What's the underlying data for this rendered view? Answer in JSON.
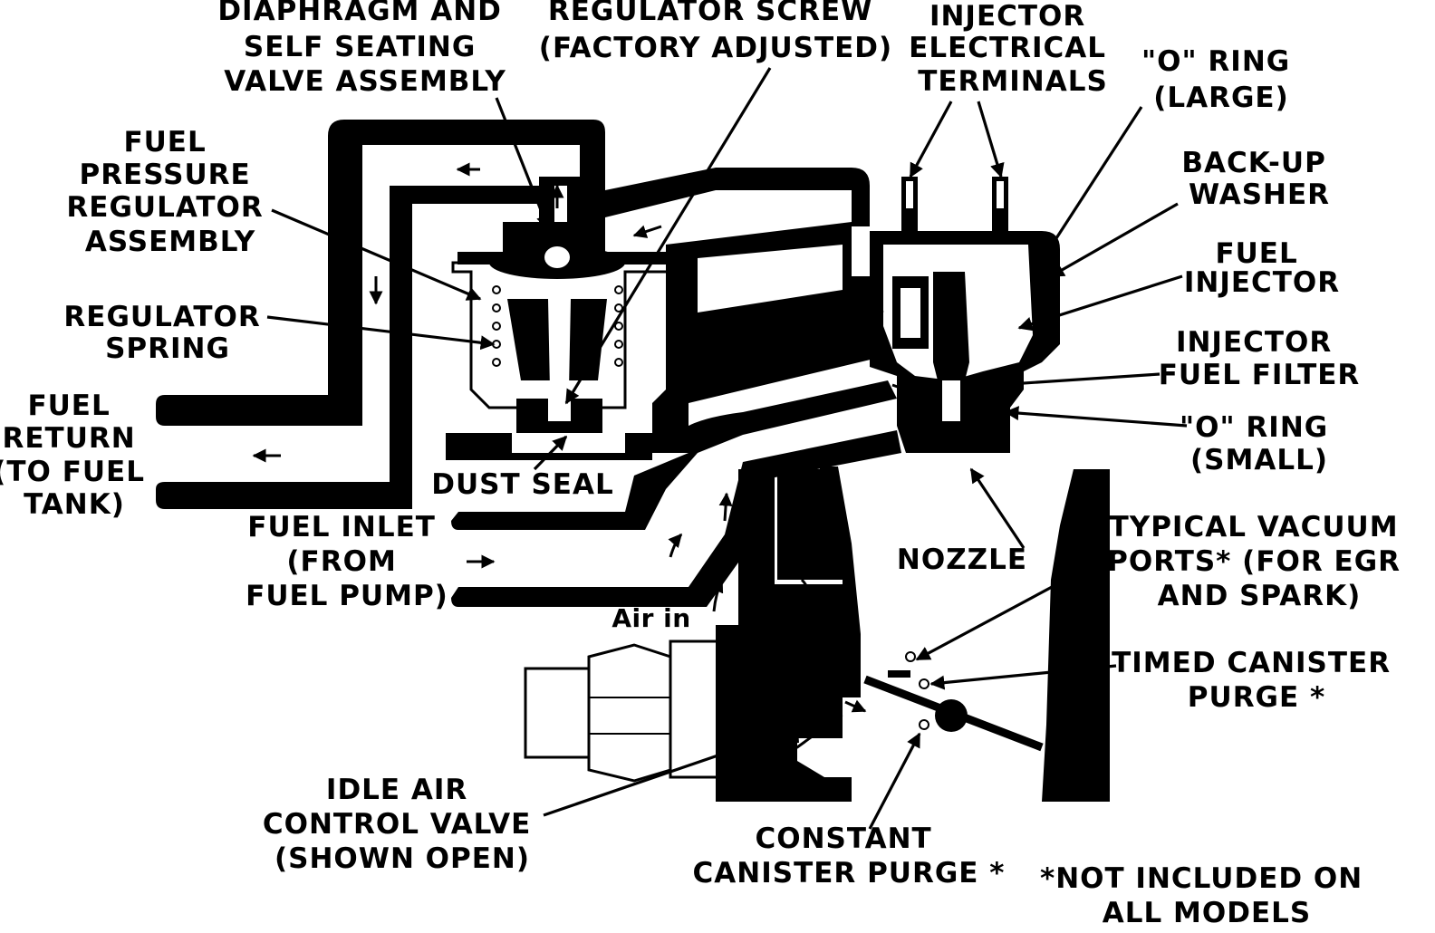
{
  "labels": {
    "diaphragm": [
      "DIAPHRAGM AND",
      "SELF SEATING",
      "VALVE ASSEMBLY"
    ],
    "regulator_screw": [
      "REGULATOR SCREW",
      "(FACTORY ADJUSTED)"
    ],
    "injector_terminals": [
      "INJECTOR",
      "ELECTRICAL",
      "TERMINALS"
    ],
    "o_ring_large": [
      "\"O\" RING",
      "(LARGE)"
    ],
    "fuel_pressure_regulator": [
      "FUEL",
      "PRESSURE",
      "REGULATOR",
      "ASSEMBLY"
    ],
    "backup_washer": [
      "BACK-UP",
      "WASHER"
    ],
    "fuel_injector": [
      "FUEL",
      "INJECTOR"
    ],
    "regulator_spring": [
      "REGULATOR",
      "SPRING"
    ],
    "injector_fuel_filter": [
      "INJECTOR",
      "FUEL FILTER"
    ],
    "fuel_return": [
      "FUEL",
      "RETURN",
      "(TO FUEL",
      "TANK)"
    ],
    "o_ring_small": [
      "\"O\" RING",
      "(SMALL)"
    ],
    "dust_seal": [
      "DUST SEAL"
    ],
    "fuel_inlet": [
      "FUEL INLET",
      "(FROM",
      "FUEL PUMP)"
    ],
    "nozzle": [
      "NOZZLE"
    ],
    "vacuum_ports": [
      "TYPICAL VACUUM",
      "PORTS* (FOR EGR",
      "AND SPARK)"
    ],
    "air_in": [
      "Air in"
    ],
    "timed_canister": [
      "TIMED CANISTER",
      "PURGE *"
    ],
    "idle_air": [
      "IDLE AIR",
      "CONTROL VALVE",
      "(SHOWN OPEN)"
    ],
    "constant_canister": [
      "CONSTANT",
      "CANISTER PURGE *"
    ],
    "not_included": [
      "*NOT INCLUDED ON",
      "ALL MODELS"
    ]
  }
}
